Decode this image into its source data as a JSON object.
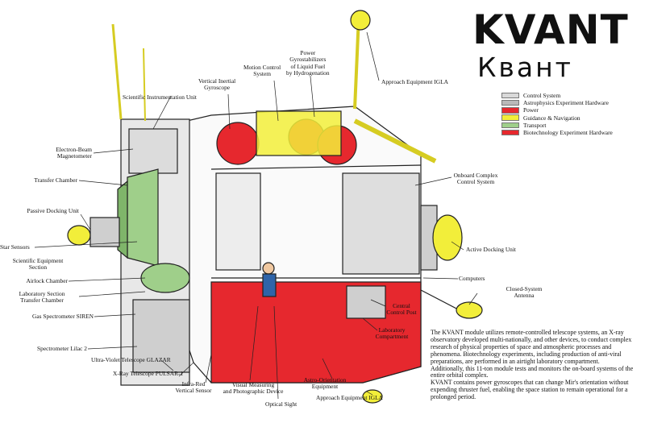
{
  "title": "KVANT",
  "title_ru": "Квант",
  "legend": [
    {
      "label": "Control System",
      "color": "#d9d9d9"
    },
    {
      "label": "Astrophysics Experiment Hardware",
      "color": "#b9b9b9"
    },
    {
      "label": "Power",
      "color": "#e6282e"
    },
    {
      "label": "Guidance & Navigation",
      "color": "#f2ee3a"
    },
    {
      "label": "Transport",
      "color": "#9fcf8a"
    },
    {
      "label": "Biotechnology Experiment Hardware",
      "color": "#e6282e"
    }
  ],
  "labels": {
    "vertical_gyro": "Vertical Inertial\nGyroscope",
    "motion_control": "Motion Control\nSystem",
    "power_gyros": "Power\nGyrostabilizers\nof Liquid Fuel\nby Hydrogenation",
    "approach_igla_top": "Approach Equipment IGLA",
    "scientific_instrumentation": "Scientific Instrumentation Unit",
    "electron_beam": "Electron-Beam\nMagnetometer",
    "transfer_chamber": "Transfer Chamber",
    "passive_docking": "Passive Docking Unit",
    "star_sensors": "Star Sensors",
    "sci_equipment_section": "Scientific Equipment\nSection",
    "airlock": "Airlock Chamber",
    "lab_transfer": "Laboratory Section\nTransfer Chamber",
    "siren": "Gas Spectrometer SIREN",
    "lilac": "Spectrometer Lilac 2",
    "glazar": "Ultra-Violet Telescope GLAZAR",
    "pulsar": "X-Ray Telescope PULSAR-1",
    "ir_sensor": "Infra-Red\nVertical Sensor",
    "visual_measuring": "Visual Measuring\nand Photographic Device",
    "optical_sight": "Optical Sight",
    "astro_orientation": "Astro-Orientation\nEquipment",
    "approach_igla_bottom": "Approach Equipment IGLA",
    "lab_compartment": "Laboratory\nCompartment",
    "central_control": "Central\nControl Post",
    "onboard_complex": "Onboard Complex\nControl System",
    "active_docking": "Active Docking Unit",
    "computers": "Computers",
    "closed_antenna": "Closed-System\nAntenna"
  },
  "description": [
    "The KVANT module utilizes remote-controlled telescope systems, an X-ray observatory developed multi-nationally, and other devices, to conduct complex research of physical properties of space and atmospheric processes and phenomena. Biotechnology experiments, including production of anti-viral preparations, are performed in an airtight laboratory compartment.",
    "Additionally, this 11-ton module tests and monitors the on-board systems of the entire orbital complex.",
    "KVANT contains power gyroscopes that can change Mir's orientation without expending thruster fuel, enabling the space station to remain operational for a prolonged period."
  ]
}
